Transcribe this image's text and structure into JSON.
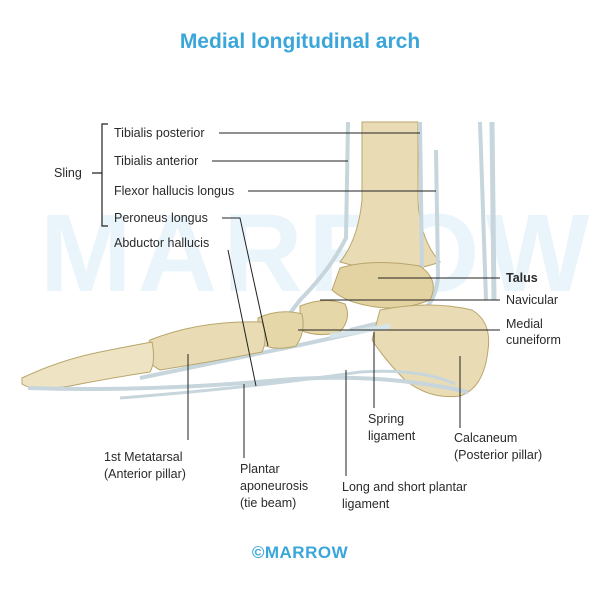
{
  "title": "Medial longitudinal arch",
  "watermark": "MARROW",
  "logo": "©MARROW",
  "labels": {
    "sling": "Sling",
    "tibialis_posterior": "Tibialis posterior",
    "tibialis_anterior": "Tibialis anterior",
    "flexor_hallucis_longus": "Flexor hallucis longus",
    "peroneus_longus": "Peroneus longus",
    "abductor_hallucis": "Abductor hallucis",
    "talus": "Talus",
    "navicular": "Navicular",
    "medial_cuneiform_1": "Medial",
    "medial_cuneiform_2": "cuneiform",
    "first_metatarsal_1": "1st Metatarsal",
    "first_metatarsal_2": "(Anterior pillar)",
    "plantar_aponeurosis_1": "Plantar",
    "plantar_aponeurosis_2": "aponeurosis",
    "plantar_aponeurosis_3": "(tie beam)",
    "spring_ligament_1": "Spring",
    "spring_ligament_2": "ligament",
    "long_short_plantar_1": "Long and short plantar",
    "long_short_plantar_2": "ligament",
    "calcaneum_1": "Calcaneum",
    "calcaneum_2": "(Posterior pillar)"
  },
  "colors": {
    "title": "#3aa6d9",
    "bone": "#e9dcb4",
    "bone_shadow": "#c9b67e",
    "tendon": "#c7d6dc",
    "leader": "#222222"
  }
}
